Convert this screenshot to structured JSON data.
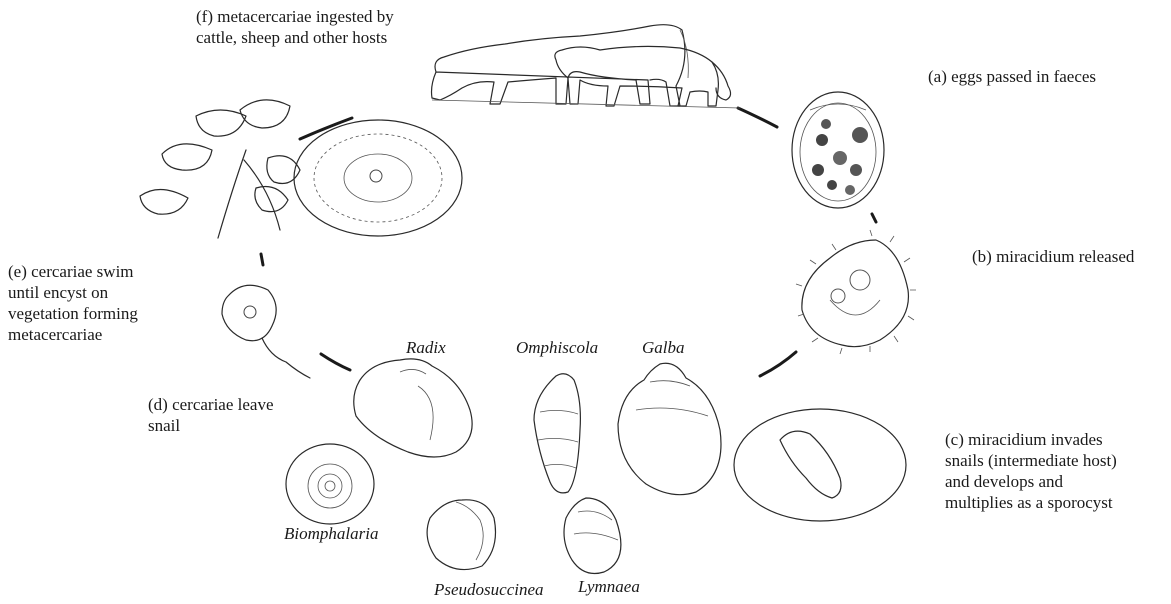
{
  "stages": {
    "f": "(f) metacercariae ingested by\ncattle, sheep and other hosts",
    "a": "(a) eggs passed in faeces",
    "b": "(b) miracidium released",
    "c": "(c) miracidium invades\nsnails (intermediate host)\nand develops and\nmultiplies as a sporocyst",
    "d": "(d) cercariae leave\nsnail",
    "e": "(e) cercariae swim\nuntil encyst on\nvegetation forming\nmetacercariae"
  },
  "snails": {
    "radix": "Radix",
    "omphiscola": "Omphiscola",
    "galba": "Galba",
    "biomphalaria": "Biomphalaria",
    "pseudosuccinea": "Pseudosuccinea",
    "lymnaea": "Lymnaea"
  }
}
